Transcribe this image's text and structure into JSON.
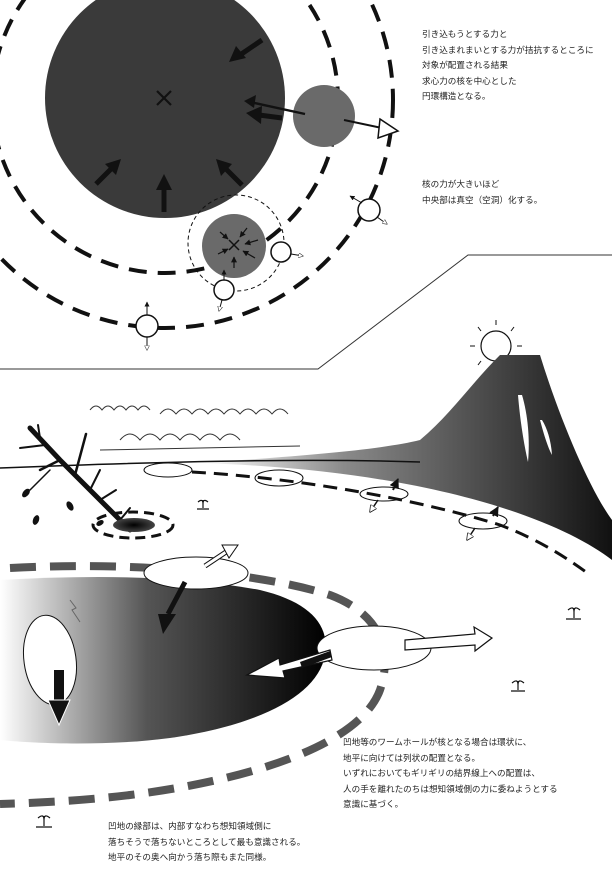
{
  "annotations": {
    "orbit_principle": {
      "lines": [
        "引き込もうとする力と",
        "引き込まれまいとする力が拮抗するところに",
        "対象が配置される結果",
        "求心力の核を中心とした",
        "円環構造となる。"
      ]
    },
    "void_principle": {
      "lines": [
        "核の力が大きいほど",
        "中央部は真空（空洞）化する。"
      ]
    },
    "wormhole_principle": {
      "lines": [
        "凹地等のワームホールが核となる場合は環状に、",
        "地平に向けては列状の配置となる。",
        "いずれにおいてもギリギリの結界線上への配置は、",
        "人の手を離れたのちは想知領域側の力に委ねようとする",
        "意識に基づく。"
      ]
    },
    "rim_principle": {
      "lines": [
        "凹地の縁部は、内部すなわち想知領域側に",
        "落ちそうで落ちないところとして最も意識される。",
        "地平のその奥へ向かう落ち際もまた同様。"
      ]
    }
  },
  "colors": {
    "core_dark": "#3a3a3a",
    "satellite_gray": "#6a6a6a",
    "ink": "#111111",
    "paper": "#ffffff"
  },
  "icons": [
    "core-center-x-icon",
    "sun-icon",
    "sprout-icon",
    "tree-icon",
    "arrow-icon"
  ]
}
